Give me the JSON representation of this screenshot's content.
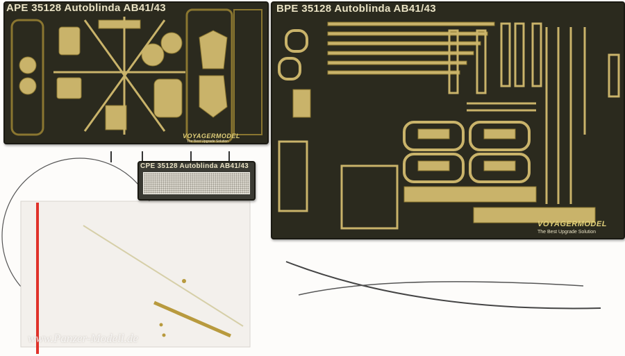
{
  "fret_a": {
    "title": "APE 35128 Autoblinda AB41/43",
    "logo": "VOYAGERMODEL",
    "tagline": "The Best Upgrade Solution"
  },
  "fret_b": {
    "title": "BPE 35128 Autoblinda AB41/43",
    "logo": "VOYAGERMODEL",
    "tagline": "The Best Upgrade Solution"
  },
  "fret_c": {
    "title": "CPE 35128 Autoblinda AB41/43"
  },
  "watermark": "www.Panzer-Modell.de",
  "colors": {
    "fret": "#2b2a1e",
    "brass": "#c9b36a",
    "bag_stripe": "#e0322a",
    "background": "#fdfcfa"
  }
}
